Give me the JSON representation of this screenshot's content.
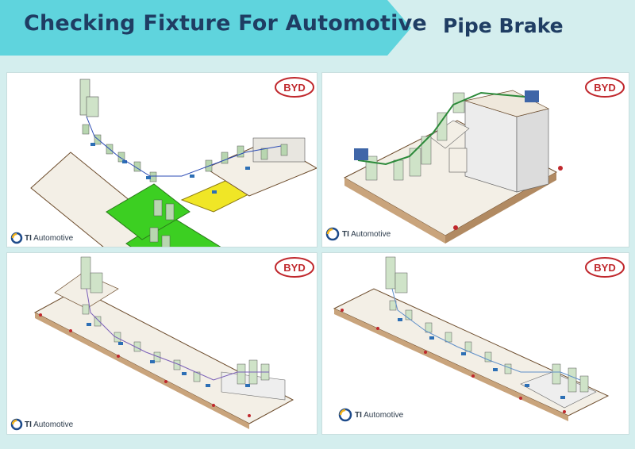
{
  "header": {
    "title": "Checking Fixture For Automotive",
    "subtitle": "Pipe Brake",
    "banner_color": "#5fd4dd",
    "text_color": "#1f3d63"
  },
  "panels": [
    {
      "brand_logo": "BYD",
      "supplier_bold": "TI",
      "supplier_name": "Automotive"
    },
    {
      "brand_logo": "BYD",
      "supplier_bold": "TI",
      "supplier_name": "Automotive"
    },
    {
      "brand_logo": "BYD",
      "supplier_bold": "TI",
      "supplier_name": "Automotive"
    },
    {
      "brand_logo": "BYD",
      "supplier_bold": "TI",
      "supplier_name": "Automotive"
    }
  ],
  "colors": {
    "byd_red": "#c0282d",
    "fixture_green": "#33c91c",
    "fixture_yellow": "#f0e626",
    "panel_bg": "#ffffff",
    "page_bg": "#d4eeee"
  },
  "icons": [
    "byd-logo",
    "ti-automotive-logo"
  ]
}
